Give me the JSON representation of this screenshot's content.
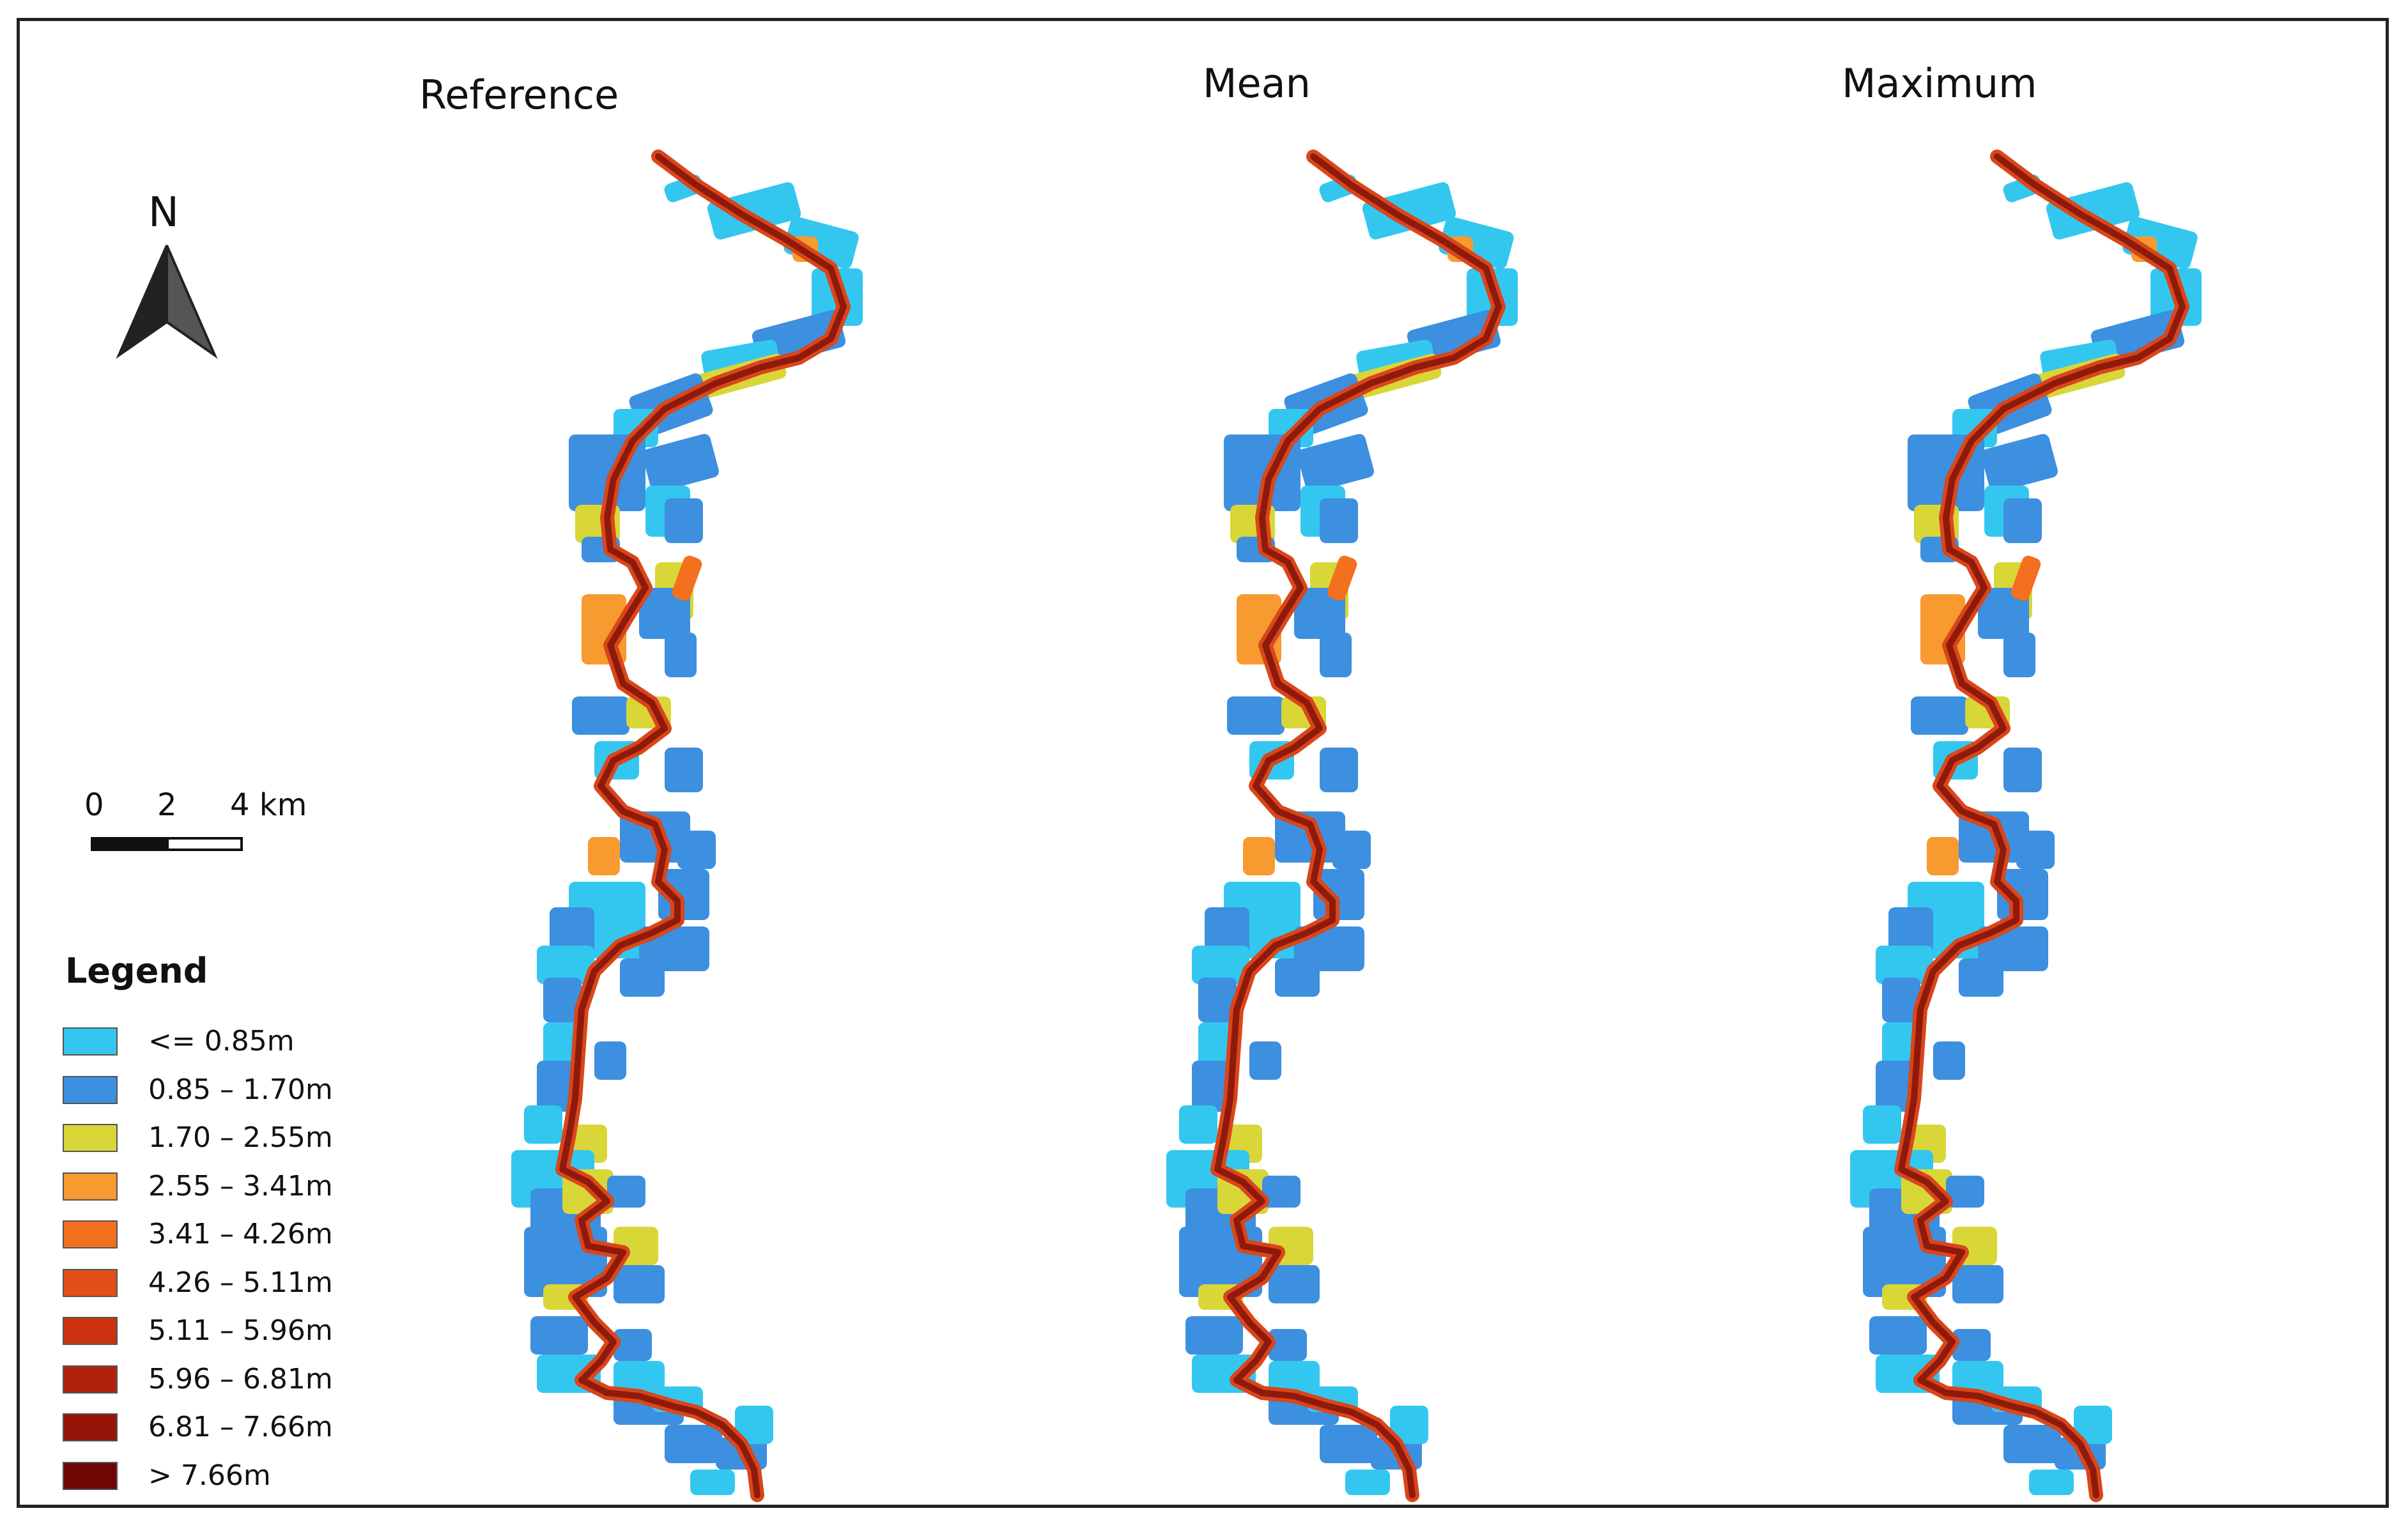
{
  "panels": [
    {
      "id": "reference",
      "title": "Reference"
    },
    {
      "id": "mean",
      "title": "Mean"
    },
    {
      "id": "maximum",
      "title": "Maximum"
    }
  ],
  "north_arrow": {
    "label": "N"
  },
  "scale_bar": {
    "labels": [
      "0",
      "2",
      "4 km"
    ]
  },
  "legend": {
    "title": "Legend",
    "items": [
      {
        "label": "<= 0.85m",
        "color": "#33c7f0"
      },
      {
        "label": "0.85 – 1.70m",
        "color": "#3d8fe0"
      },
      {
        "label": "1.70 – 2.55m",
        "color": "#d9d638"
      },
      {
        "label": "2.55 – 3.41m",
        "color": "#f79a30"
      },
      {
        "label": "3.41 – 4.26m",
        "color": "#f2701e"
      },
      {
        "label": "4.26 – 5.11m",
        "color": "#e24e17"
      },
      {
        "label": "5.11 – 5.96m",
        "color": "#cc3210"
      },
      {
        "label": "5.96 – 6.81m",
        "color": "#b0220c"
      },
      {
        "label": "6.81 – 7.66m",
        "color": "#961508"
      },
      {
        "label": "> 7.66m",
        "color": "#6e0703"
      }
    ]
  },
  "colors": {
    "frame": "#222222",
    "river_core": "#8e1a0c",
    "river_edge": "#d9461a"
  }
}
